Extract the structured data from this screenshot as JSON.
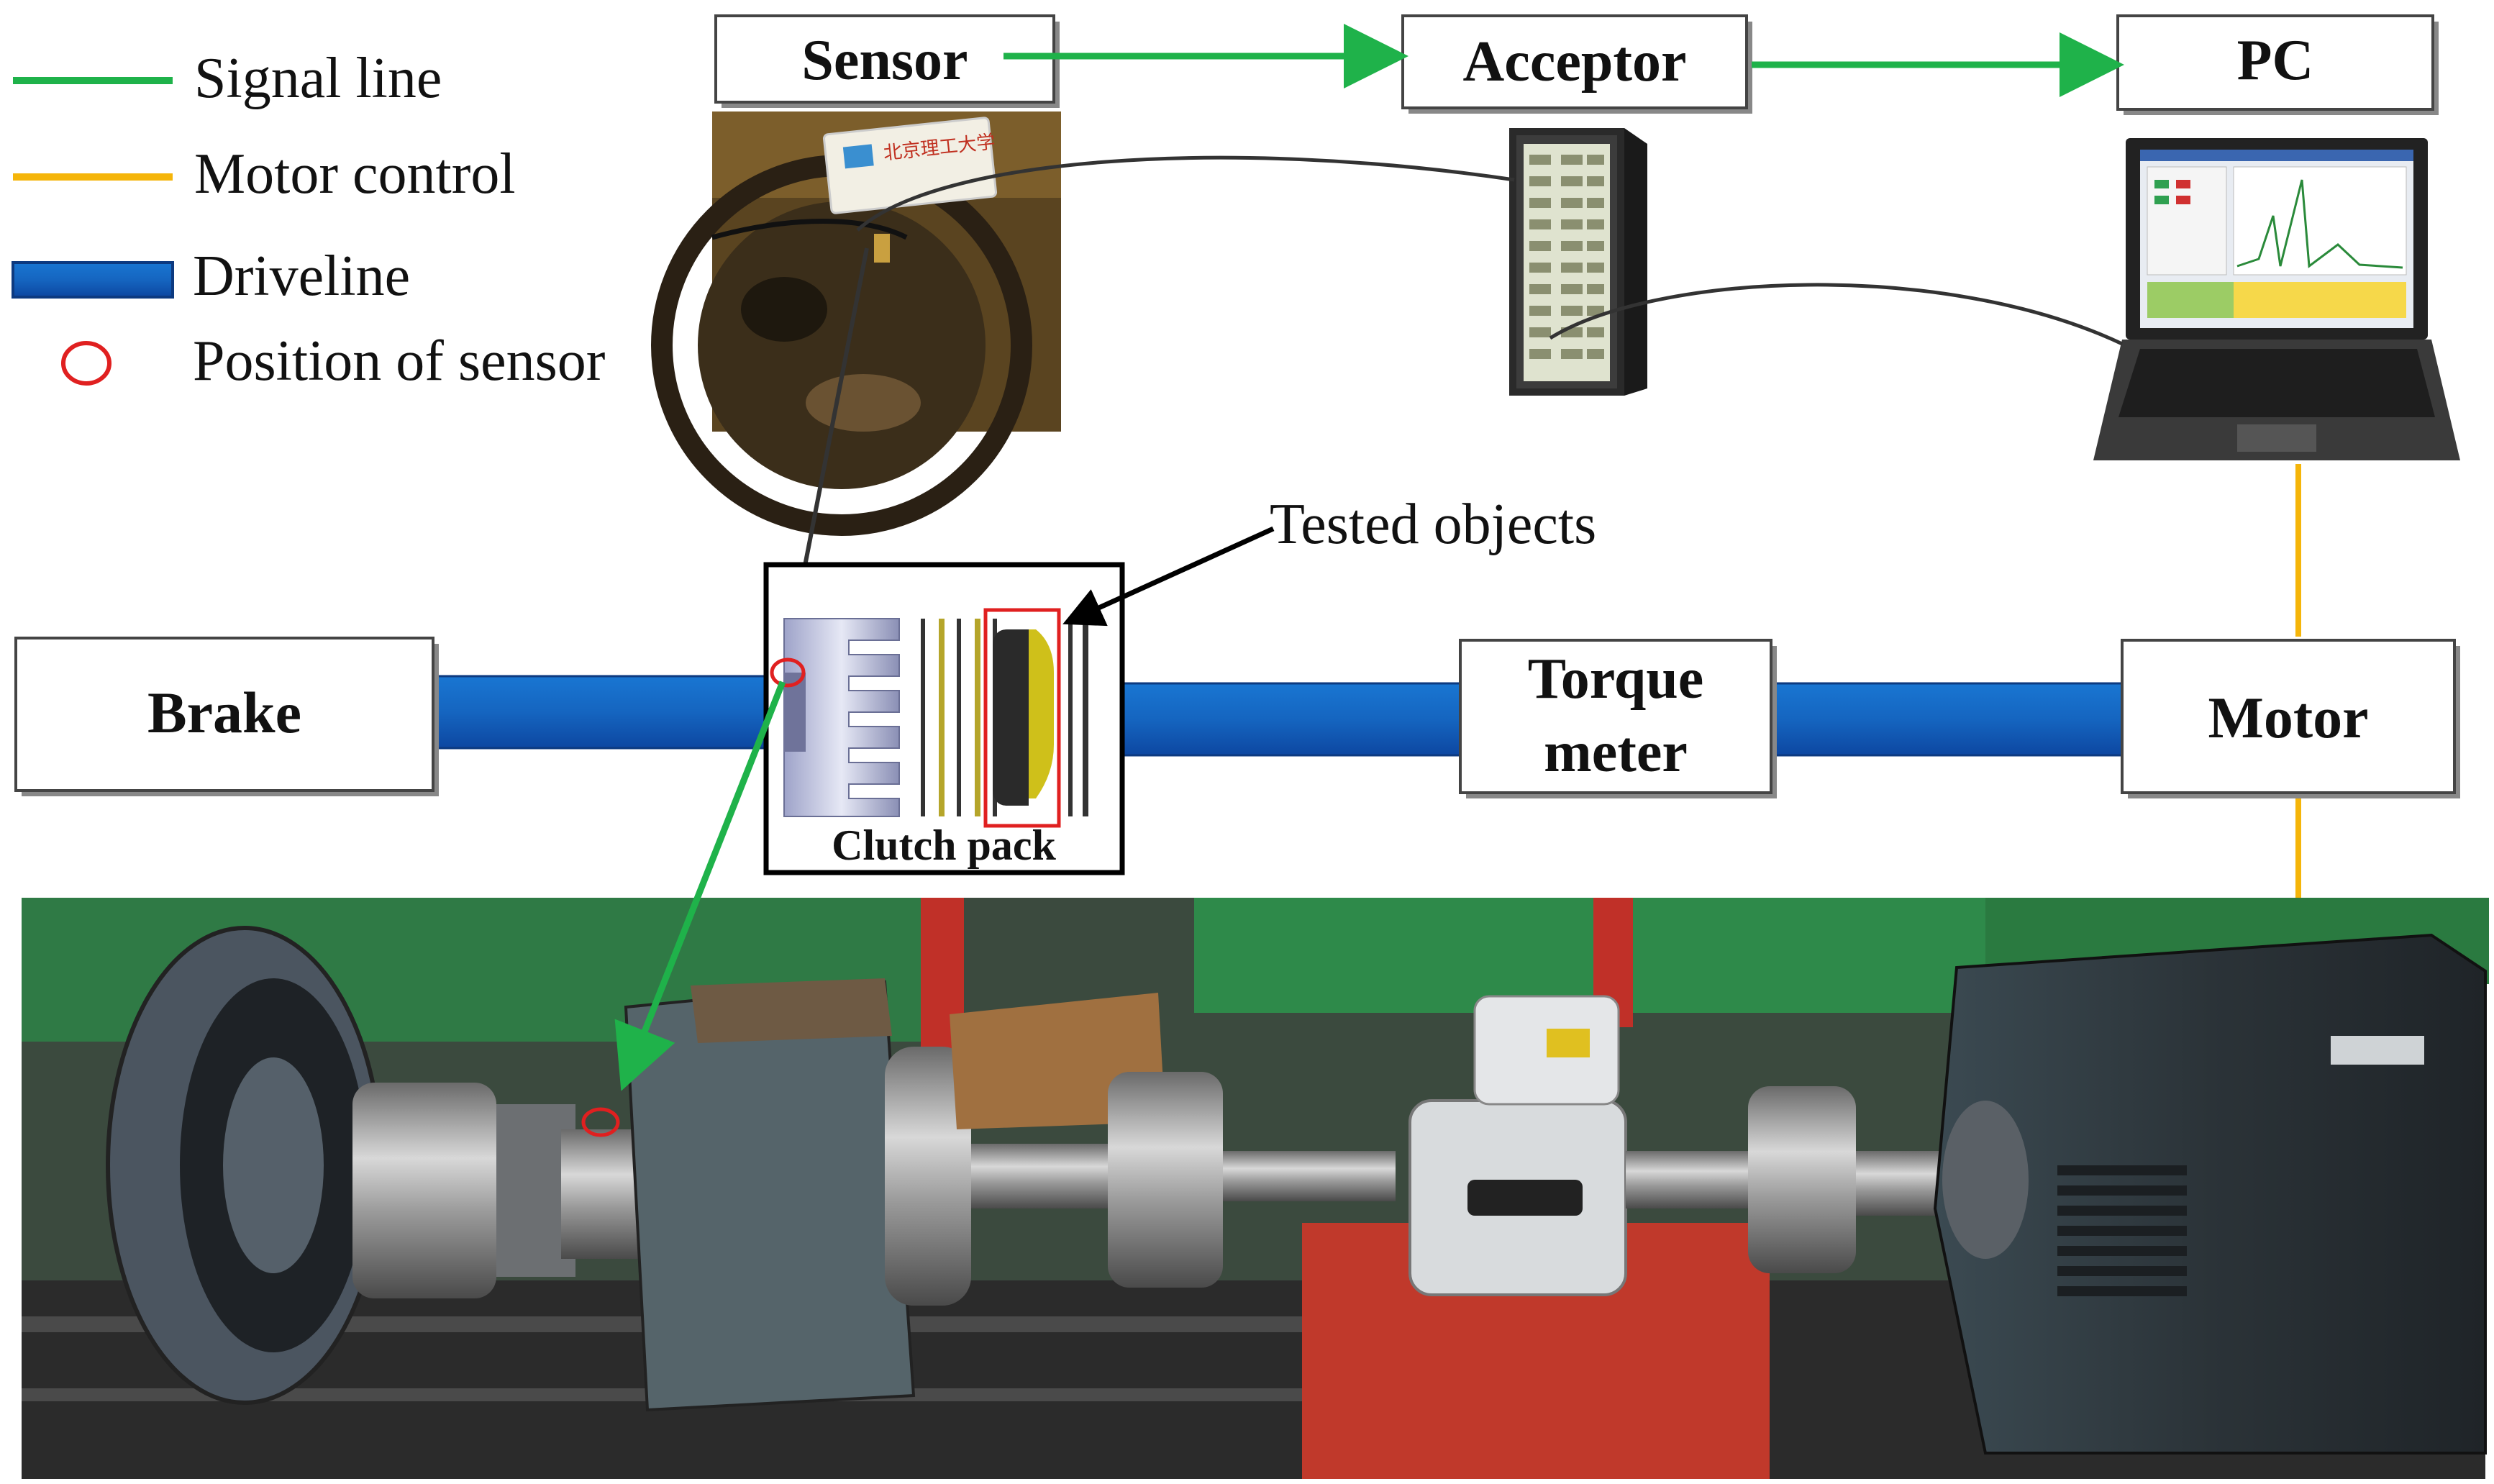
{
  "legend": {
    "signal_line": "Signal line",
    "motor_control": "Motor control",
    "driveline": "Driveline",
    "sensor_position": "Position of sensor"
  },
  "blocks": {
    "sensor": "Sensor",
    "acceptor": "Acceptor",
    "pc": "PC",
    "brake": "Brake",
    "torque_meter_line1": "Torque",
    "torque_meter_line2": "meter",
    "motor": "Motor",
    "clutch_pack": "Clutch pack"
  },
  "annotations": {
    "tested_objects": "Tested objects"
  },
  "colors": {
    "signal_line": "#1fb24a",
    "motor_control": "#f5b50a",
    "driveline": "#1565c0",
    "sensor_marker": "#e02020",
    "cable": "#333333"
  },
  "photo_labels": {
    "sensor_tag": "北京理工大学"
  }
}
